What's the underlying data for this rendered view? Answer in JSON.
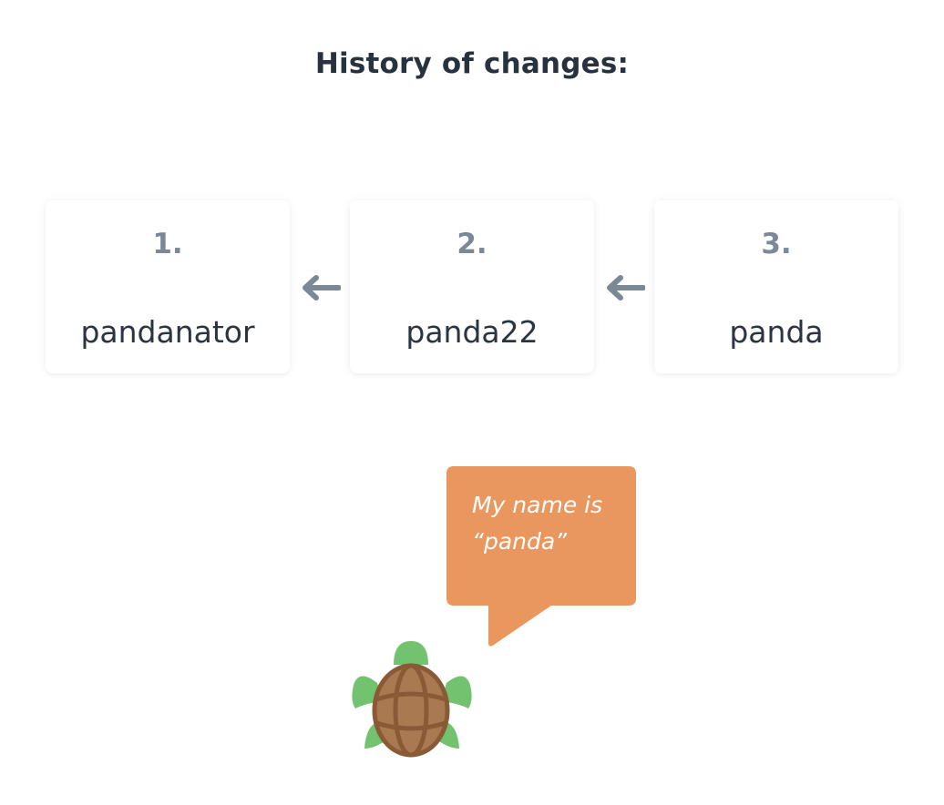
{
  "title": "History of changes:",
  "cards": [
    {
      "number": "1.",
      "name": "pandanator"
    },
    {
      "number": "2.",
      "name": "panda22"
    },
    {
      "number": "3.",
      "name": "panda"
    }
  ],
  "speech": {
    "line1": "My name is",
    "line2": "“panda”"
  },
  "colors": {
    "title": "#27323e",
    "number": "#7b8898",
    "name": "#2b3542",
    "arrow": "#7b8898",
    "bubble": "#ea975f",
    "turtle_flipper": "#72c270",
    "turtle_shell": "#a97a52",
    "turtle_shell_line": "#8a5a36"
  },
  "icons": {
    "arrow": "arrow-left-icon",
    "character": "turtle-icon"
  }
}
